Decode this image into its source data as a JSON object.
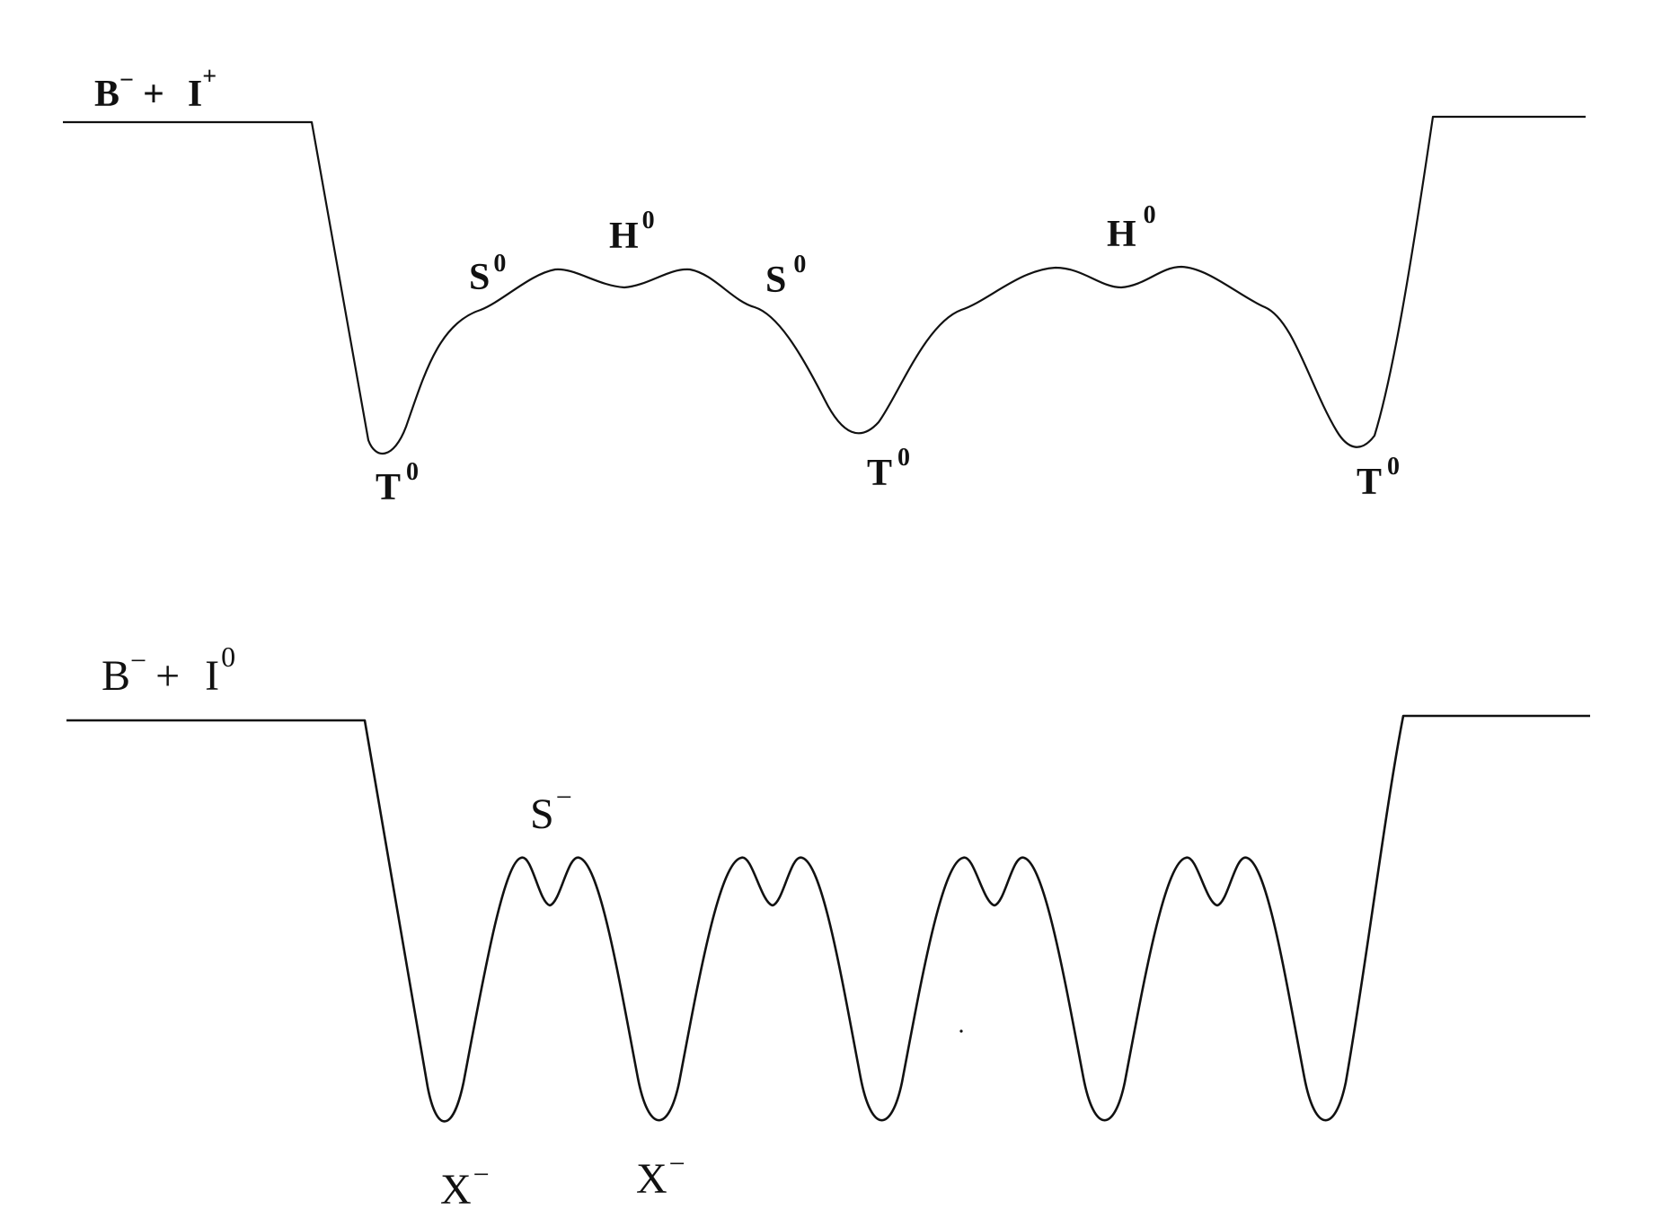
{
  "colors": {
    "line": "#111111",
    "background": "#ffffff"
  },
  "top_panel": {
    "state_label": {
      "base": "B",
      "base_charge": "−",
      "plus": "+",
      "ion": "I",
      "ion_charge": "+"
    },
    "labels": [
      {
        "id": "s0-left",
        "text": "S",
        "sup": "0"
      },
      {
        "id": "h0-left",
        "text": "H",
        "sup": "0"
      },
      {
        "id": "s0-right",
        "text": "S",
        "sup": "0"
      },
      {
        "id": "h0-right",
        "text": "H",
        "sup": "0"
      },
      {
        "id": "t0-left",
        "text": "T",
        "sup": "0"
      },
      {
        "id": "t0-middle",
        "text": "T",
        "sup": "0"
      },
      {
        "id": "t0-right",
        "text": "T",
        "sup": "0"
      }
    ]
  },
  "bottom_panel": {
    "state_label": {
      "base": "B",
      "base_charge": "−",
      "plus": "+",
      "ion": "I",
      "ion_charge": "0"
    },
    "labels": [
      {
        "id": "s-minus",
        "text": "S",
        "sup": "−"
      },
      {
        "id": "x-minus-1",
        "text": "X",
        "sup": "−"
      },
      {
        "id": "x-minus-2",
        "text": "X",
        "sup": "−"
      }
    ]
  }
}
